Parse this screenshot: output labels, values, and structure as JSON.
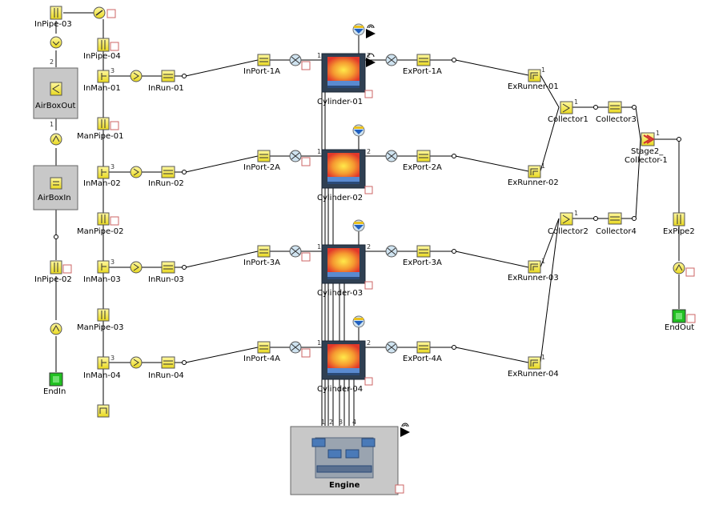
{
  "colors": {
    "wire": "#000000",
    "part_yellow": "#f5e93a",
    "part_border": "#7a7a2a",
    "box_gray": "#c8c8c8",
    "endin_green": "#22c022",
    "cyl_dark": "#2f3f52",
    "cyl_hot": "#f07a2a"
  },
  "left_column": {
    "inpipe_03": "InPipe-03",
    "airboxout": "AirBoxOut",
    "airboxin": "AirBoxIn",
    "inpipe_02": "InPipe-02",
    "endin": "EndIn"
  },
  "manifold": {
    "inpipe_04": "InPipe-04",
    "inman": [
      "InMan-01",
      "InMan-02",
      "InMan-03",
      "InMan-04"
    ],
    "manpipe": [
      "ManPipe-01",
      "ManPipe-02",
      "ManPipe-03"
    ],
    "inrun": [
      "InRun-01",
      "InRun-02",
      "InRun-03",
      "InRun-04"
    ]
  },
  "cylinders": {
    "inport": [
      "InPort-1A",
      "InPort-2A",
      "InPort-3A",
      "InPort-4A"
    ],
    "cylinder": [
      "Cylinder-01",
      "Cylinder-02",
      "Cylinder-03",
      "Cylinder-04"
    ],
    "export": [
      "ExPort-1A",
      "ExPort-2A",
      "ExPort-3A",
      "ExPort-4A"
    ],
    "exrunner": [
      "ExRunner-01",
      "ExRunner-02",
      "ExRunner-03",
      "ExRunner-04"
    ]
  },
  "exhaust": {
    "collector1": "Collector1",
    "collector3": "Collector3",
    "collector2": "Collector2",
    "collector4": "Collector4",
    "stage2": "Stage2_",
    "stage2b": "Collector-1",
    "expipe2": "ExPipe2",
    "endout": "EndOut"
  },
  "engine": {
    "label": "Engine",
    "ports": [
      "1",
      "2",
      "3",
      "4"
    ]
  },
  "port_numbers": {
    "one": "1",
    "two": "2",
    "three": "3"
  }
}
